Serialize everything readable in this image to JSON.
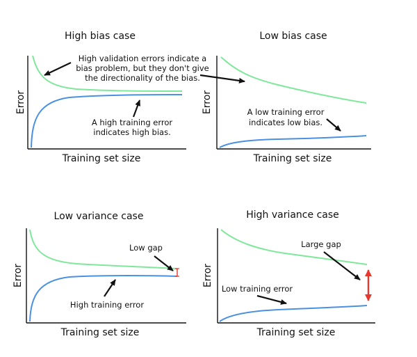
{
  "colors": {
    "validation_curve": "#7ee89a",
    "training_curve": "#4a90e2",
    "axis": "#111111",
    "annotation_arrow": "#111111",
    "gap_marker": "#e8372c"
  },
  "panels": [
    {
      "title": "High bias case",
      "xlabel": "Training set size",
      "ylabel": "Error",
      "annotations": [
        "High validation errors indicate a",
        "bias problem, but they don't give",
        "the directionality of the bias.",
        "A high training error",
        "indicates high bias."
      ]
    },
    {
      "title": "Low bias case",
      "xlabel": "Training set size",
      "ylabel": "Error",
      "annotations": [
        "A low training error",
        "indicates low bias."
      ]
    },
    {
      "title": "Low variance case",
      "xlabel": "Training set size",
      "ylabel": "Error",
      "annotations": [
        "Low gap",
        "High training error"
      ]
    },
    {
      "title": "High variance case",
      "xlabel": "Training set size",
      "ylabel": "Error",
      "annotations": [
        "Large gap",
        "Low training error"
      ]
    }
  ]
}
